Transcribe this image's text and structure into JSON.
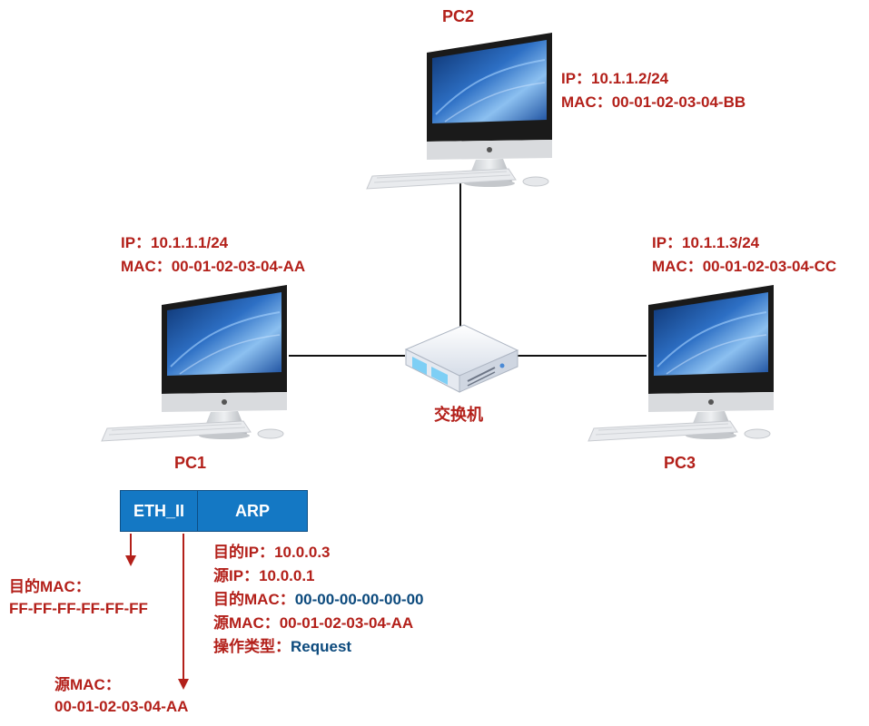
{
  "pc1": {
    "name": "PC1",
    "ip": "IP：10.1.1.1/24",
    "mac": "MAC：00-01-02-03-04-AA"
  },
  "pc2": {
    "name": "PC2",
    "ip": "IP：10.1.1.2/24",
    "mac": "MAC：00-01-02-03-04-BB"
  },
  "pc3": {
    "name": "PC3",
    "ip": "IP：10.1.1.3/24",
    "mac": "MAC：00-01-02-03-04-CC"
  },
  "switch": {
    "label": "交换机"
  },
  "packet": {
    "eth_label": "ETH_II",
    "arp_label": "ARP",
    "eth_dst": {
      "label": "目的MAC：",
      "value": "FF-FF-FF-FF-FF-FF"
    },
    "eth_src": {
      "label": "源MAC：",
      "value": "00-01-02-03-04-AA"
    },
    "arp_fields": [
      {
        "label": "目的IP：",
        "value": "10.0.0.3",
        "value_color": "red"
      },
      {
        "label": "源IP：",
        "value": "10.0.0.1",
        "value_color": "red"
      },
      {
        "label": "目的MAC：",
        "value": "00-00-00-00-00-00",
        "value_color": "blue"
      },
      {
        "label": "源MAC：",
        "value": "00-01-02-03-04-AA",
        "value_color": "red"
      },
      {
        "label": "操作类型：",
        "value": "Request",
        "value_color": "blue"
      }
    ]
  },
  "colors": {
    "label_red": "#b3201a",
    "value_blue": "#0c4a7d",
    "packet_blue": "#1478c4"
  }
}
